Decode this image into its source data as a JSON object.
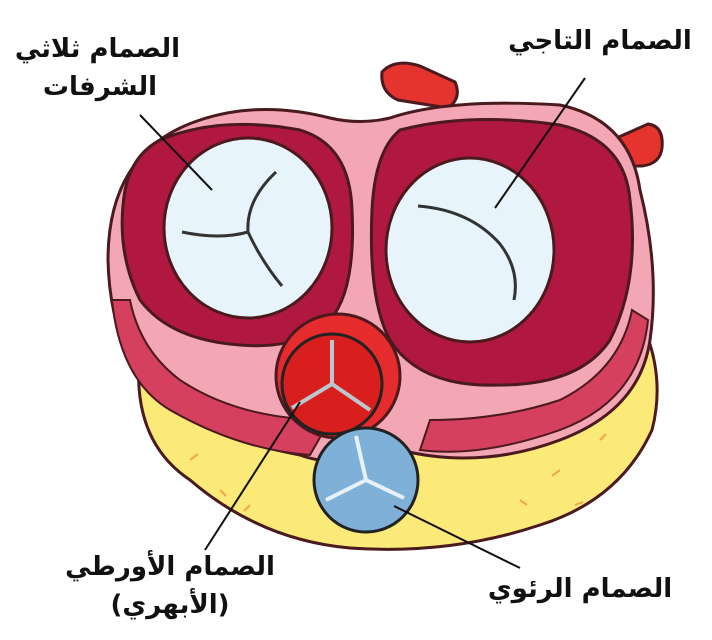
{
  "labels": {
    "tricuspid": [
      "الصمام ثلاثي",
      "الشرفات"
    ],
    "mitral": [
      "الصمام التاجي"
    ],
    "aortic": [
      "الصمام الأورطي",
      "(الأبهري)"
    ],
    "pulmonary": [
      "الصمام الرئوي"
    ]
  },
  "colors": {
    "outline": "#4a1a1e",
    "fat": "#fbe978",
    "pink_ring": "#f3a6b4",
    "muscle": "#d4405e",
    "chamber": "#b01840",
    "valve_leaflet": "#e8f4fb",
    "aorta": "#e52b2b",
    "pulmonary": "#7fb0d8",
    "vessel_stub": "#e5332e"
  }
}
